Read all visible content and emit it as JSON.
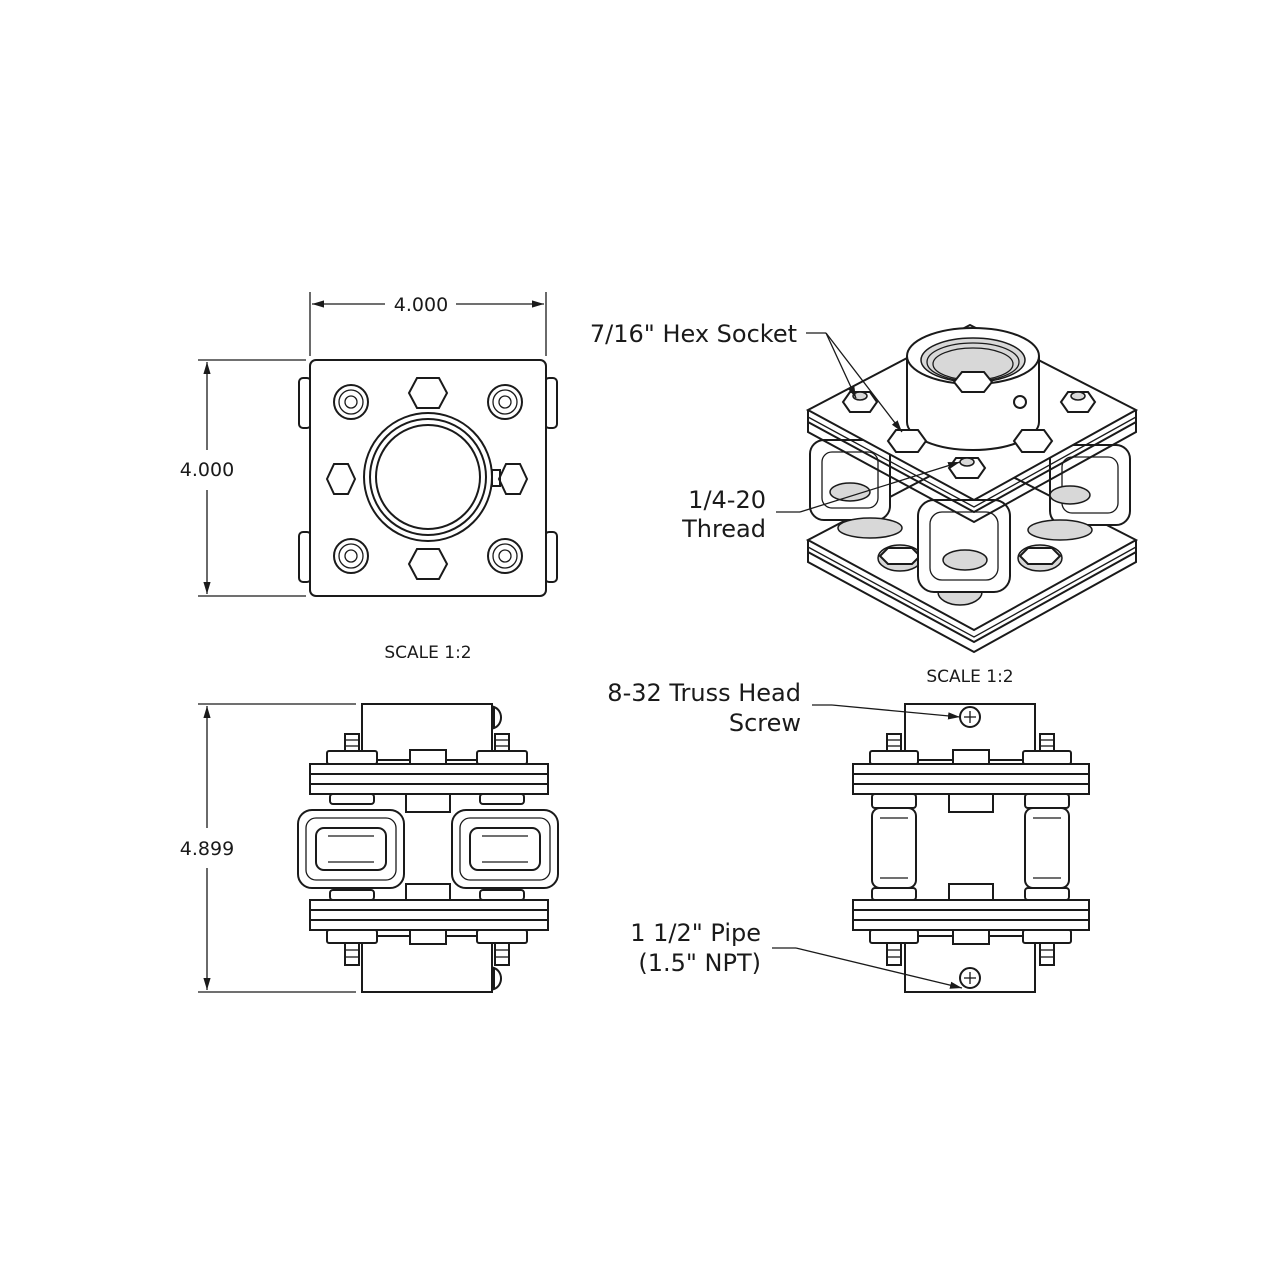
{
  "dimensions": {
    "top_width": "4.000",
    "top_height": "4.000",
    "front_height": "4.899"
  },
  "scales": {
    "top_view": "SCALE 1:2",
    "iso_view": "SCALE 1:2"
  },
  "callouts": {
    "hex_socket": "7/16\" Hex Socket",
    "thread_line1": "1/4-20",
    "thread_line2": "Thread",
    "truss_line1": "8-32 Truss Head",
    "truss_line2": "Screw",
    "pipe_line1": "1 1/2\" Pipe",
    "pipe_line2": "(1.5\" NPT)"
  }
}
